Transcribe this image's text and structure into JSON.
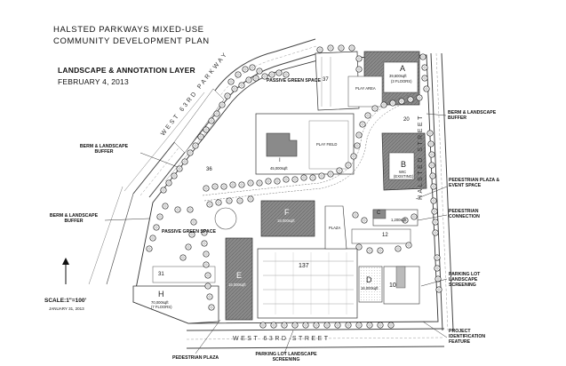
{
  "title_line1": "HALSTED PARKWAYS MIXED-USE",
  "title_line2": "COMMUNITY DEVELOPMENT PLAN",
  "layer_title": "LANDSCAPE & ANNOTATION LAYER",
  "layer_date": "FEBRUARY 4, 2013",
  "scale_label": "SCALE:1\"=100'",
  "scale_date": "JANUARY 31, 2013",
  "streets": {
    "parkway": "WEST 63RD PARKWAY",
    "halsted": "HALSTED STREET",
    "w63rd": "WEST 63RD STREET"
  },
  "buildings": {
    "A_letter": "A",
    "A_area": "39,600sqft",
    "A_floors": "(3 FLOORS)",
    "B_letter": "B",
    "B_name": "WIC",
    "B_note": "(EXISTING)",
    "C_letter": "C",
    "C_area": "1,200sqft",
    "D_letter": "D",
    "D_area": "16,000sqft",
    "E_letter": "E",
    "E_area": "16,000sqft",
    "F_letter": "F",
    "F_area": "18,000sqft",
    "H_letter": "H",
    "H_area": "70,000sqft",
    "H_floors": "(7 FLOORS)",
    "I_letter": "I",
    "I_area": "45,000sqft"
  },
  "areas": {
    "passive_green_1": "PASSIVE GREEN SPACE",
    "passive_green_2": "PASSIVE GREEN SPACE",
    "play_area": "PLAY AREA",
    "play_field": "PLAY FIELD",
    "plaza": "PLAZA"
  },
  "parking_counts": [
    "37",
    "20",
    "36",
    "12",
    "31",
    "137",
    "10"
  ],
  "annotations": {
    "berm_right": "BERM & LANDSCAPE BUFFER",
    "berm_left_top": "BERM & LANDSCAPE BUFFER",
    "berm_left_bottom": "BERM & LANDSCAPE BUFFER",
    "ped_plaza_event": "PEDESTRIAN PLAZA & EVENT SPACE",
    "ped_connection": "PEDESTRIAN CONNECTION",
    "parking_screen_right": "PARKING LOT LANDSCAPE SCREENING",
    "project_id": "PROJECT IDENTIFICATION FEATURE",
    "ped_plaza_bottom": "PEDESTRIAN PLAZA",
    "parking_screen_bottom": "PARKING LOT LANDSCAPE SCREENING"
  },
  "colors": {
    "building_fill": "#9a9a9a",
    "building_dark": "#6f6f6f",
    "tree": "#333333",
    "road": "#555555"
  }
}
